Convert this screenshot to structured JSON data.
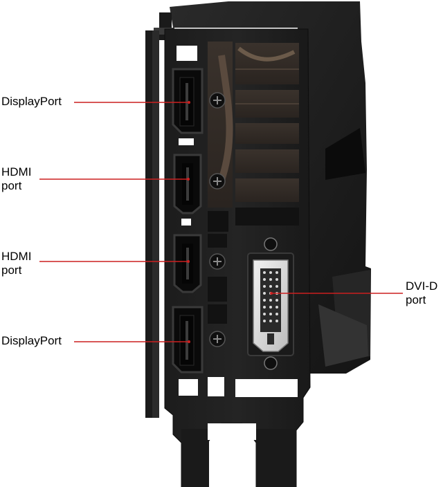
{
  "diagram": {
    "accent_color": "#cc1f1f",
    "subject": "graphics-card-io-bracket",
    "callouts": [
      {
        "id": "dp1",
        "lines": [
          "DisplayPort"
        ]
      },
      {
        "id": "hdmi1",
        "lines": [
          "HDMI",
          "port"
        ]
      },
      {
        "id": "hdmi2",
        "lines": [
          "HDMI",
          "port"
        ]
      },
      {
        "id": "dvi",
        "lines": [
          "DVI-D",
          "port"
        ]
      },
      {
        "id": "dp2",
        "lines": [
          "DisplayPort"
        ]
      }
    ]
  }
}
